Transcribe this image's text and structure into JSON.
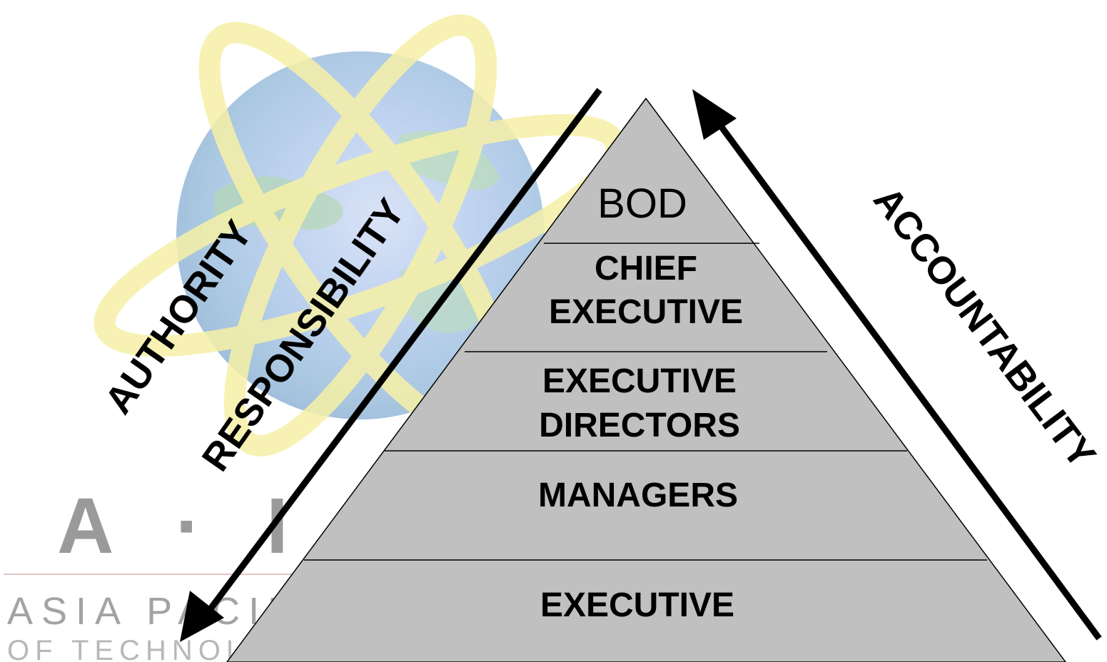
{
  "watermark": {
    "logo_letters": "A · I",
    "line1": "ASIA PACIFIC",
    "line2": "OF TECHNOLOGY & INNOVATION"
  },
  "pyramid": {
    "levels": [
      {
        "id": "bod",
        "lines": [
          "BOD"
        ]
      },
      {
        "id": "chief-executive",
        "lines": [
          "CHIEF",
          "EXECUTIVE"
        ]
      },
      {
        "id": "executive-directors",
        "lines": [
          "EXECUTIVE",
          "DIRECTORS"
        ]
      },
      {
        "id": "managers",
        "lines": [
          "MANAGERS"
        ]
      },
      {
        "id": "executive",
        "lines": [
          "EXECUTIVE"
        ]
      }
    ]
  },
  "left_labels": {
    "authority": "AUTHORITY",
    "responsibility": "RESPONSIBILITY"
  },
  "right_label": {
    "accountability": "ACCOUNTABILITY"
  }
}
